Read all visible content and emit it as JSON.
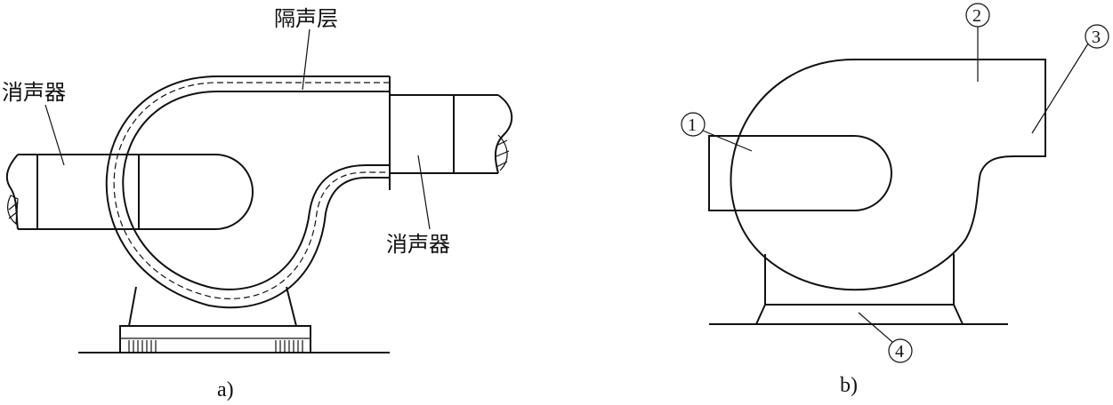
{
  "figure_a": {
    "label_insulation": "隔声层",
    "label_silencer_left": "消声器",
    "label_silencer_right": "消声器",
    "caption": "a)"
  },
  "figure_b": {
    "callouts": [
      "1",
      "2",
      "3",
      "4"
    ],
    "caption": "b)"
  }
}
